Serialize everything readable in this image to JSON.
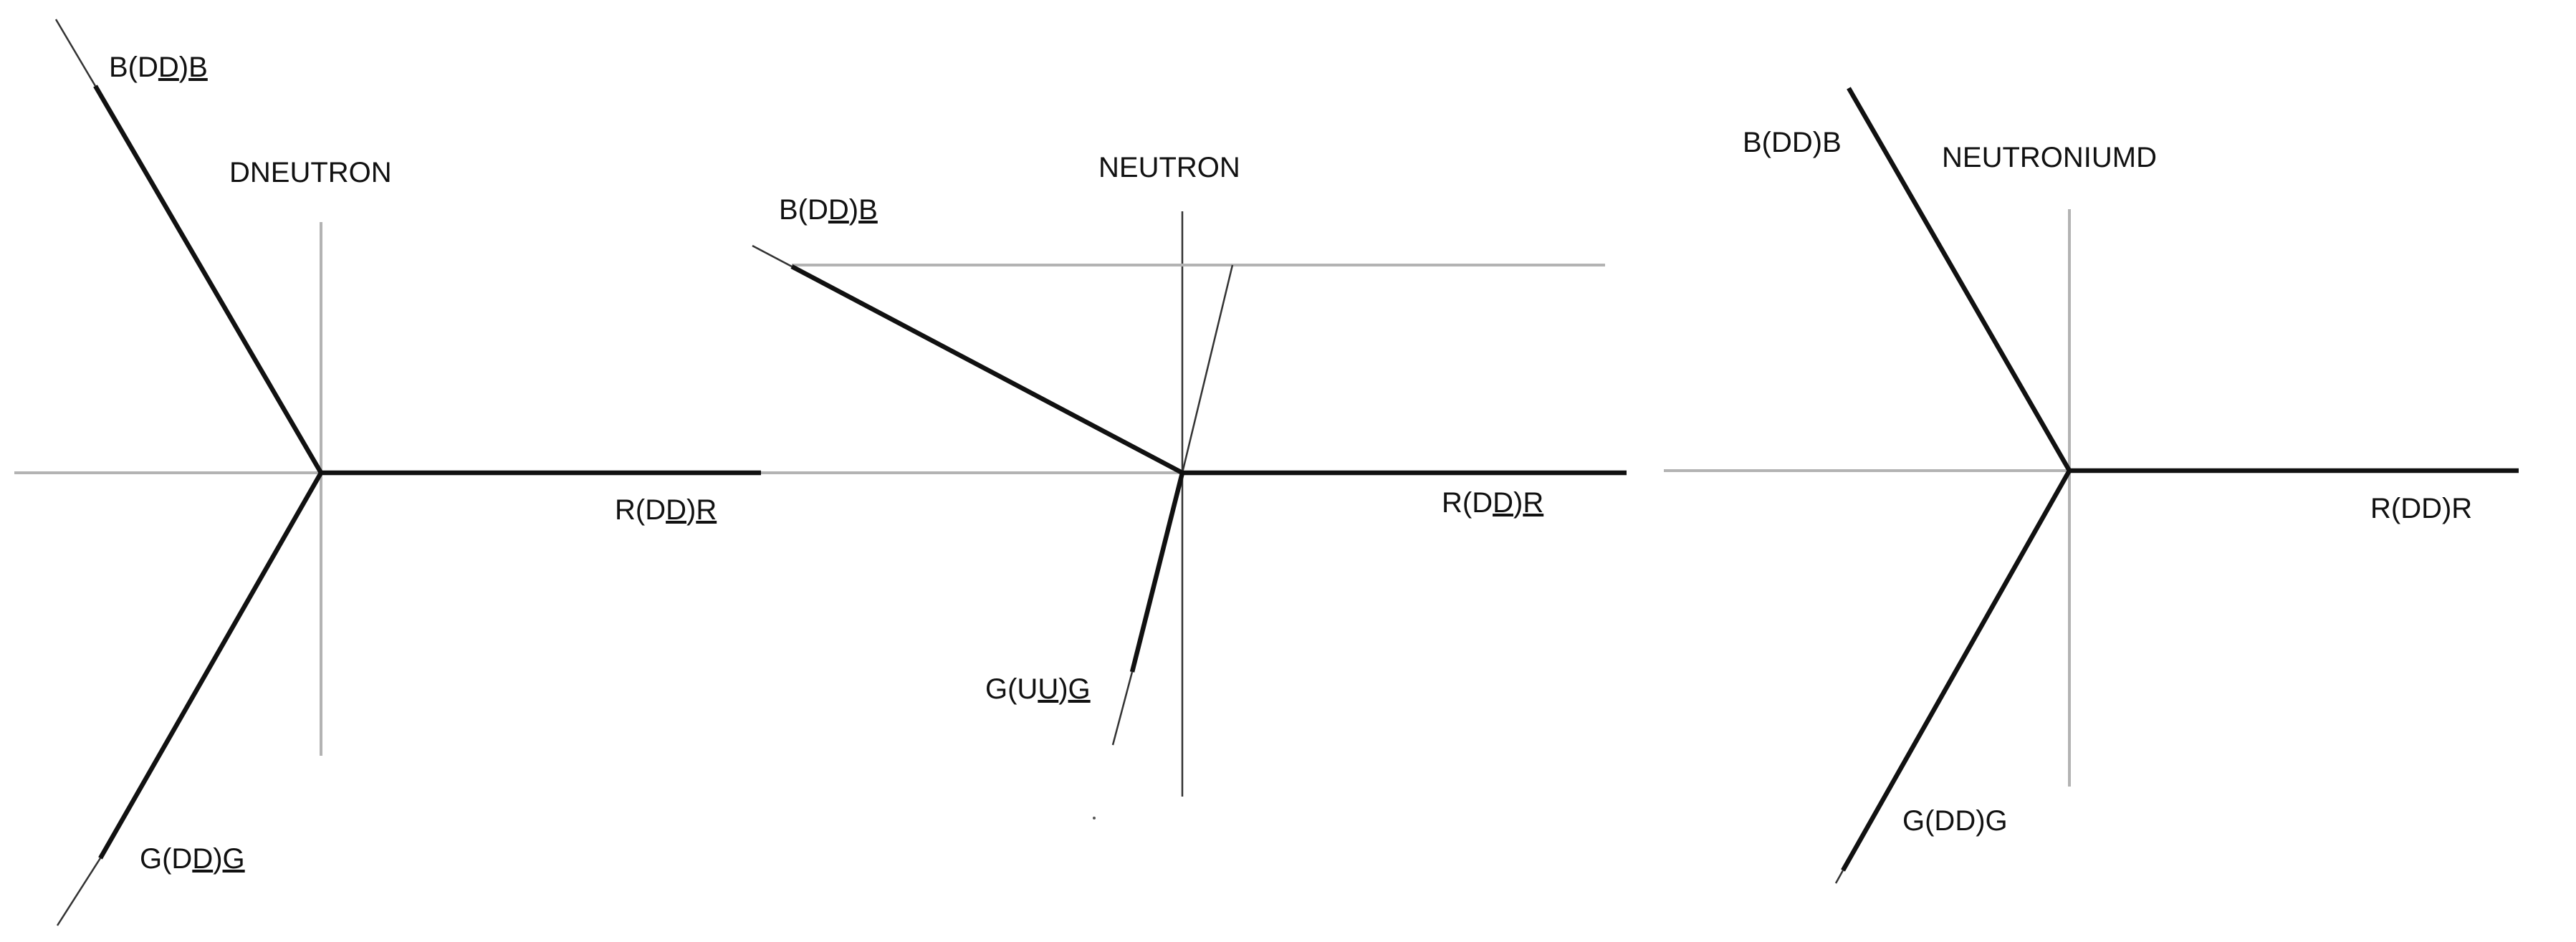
{
  "panels": [
    {
      "title": "DNEUTRON",
      "labels": {
        "b_pre": "B(D",
        "b_u1": "D",
        "b_mid": ")",
        "b_u2": "B",
        "r_pre": "R(D",
        "r_u1": "D",
        "r_mid": ")",
        "r_u2": "R",
        "g_pre": "G(D",
        "g_u1": "D",
        "g_mid": ")",
        "g_u2": "G"
      }
    },
    {
      "title": "NEUTRON",
      "labels": {
        "b_pre": "B(D",
        "b_u1": "D",
        "b_mid": ")",
        "b_u2": "B",
        "r_pre": "R(D",
        "r_u1": "D",
        "r_mid": ")",
        "r_u2": "R",
        "g_pre": "G(U",
        "g_u1": "U",
        "g_mid": ")",
        "g_u2": "G"
      }
    },
    {
      "title": "NEUTRONIUMD",
      "labels": {
        "b": "B(DD)B",
        "r": "R(DD)R",
        "g": "G(DD)G"
      }
    }
  ],
  "colors": {
    "line": "#111111",
    "axis": "#b3b3b3",
    "background": "#ffffff"
  }
}
